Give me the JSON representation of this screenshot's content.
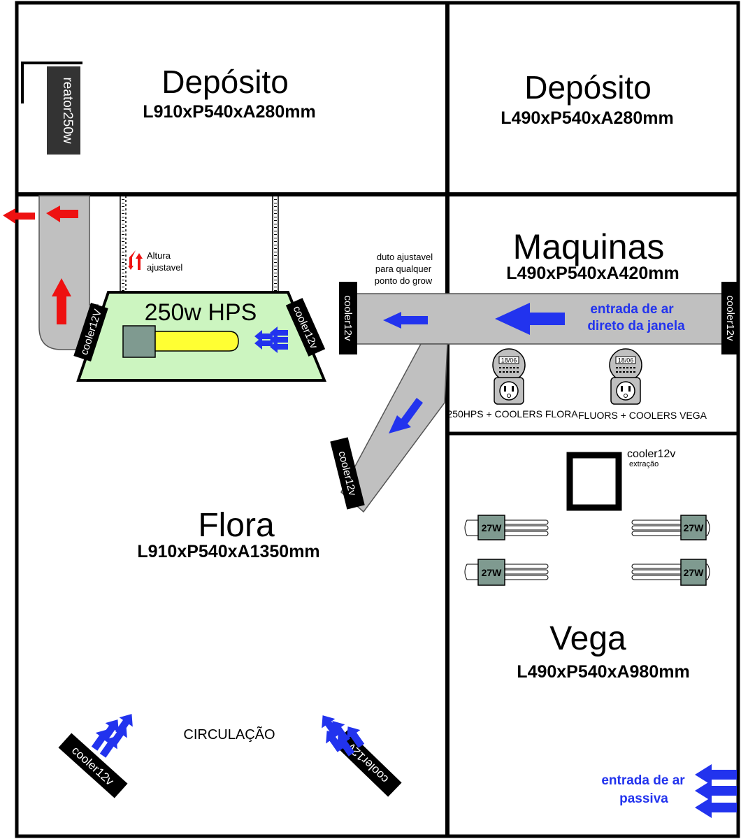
{
  "rooms": {
    "deposito_left": {
      "name": "Depósito",
      "dims": "L910xP540xA280mm"
    },
    "deposito_right": {
      "name": "Depósito",
      "dims": "L490xP540xA280mm"
    },
    "maquinas": {
      "name": "Maquinas",
      "dims": "L490xP540xA420mm"
    },
    "flora": {
      "name": "Flora",
      "dims": "L910xP540xA1350mm"
    },
    "vega": {
      "name": "Vega",
      "dims": "L490xP540xA980mm"
    }
  },
  "labels": {
    "reator": "reator250w",
    "hps": "250w HPS",
    "altura_1": "Altura",
    "altura_2": "ajustavel",
    "duto_1": "duto ajustavel",
    "duto_2": "para qualquer",
    "duto_3": "ponto do grow",
    "cooler": "cooler12v",
    "cooler_cap": "cooler12V",
    "entrada_janela_1": "entrada de ar",
    "entrada_janela_2": "direto da janela",
    "timer_label": "18/06",
    "outlet_flora": "250HPS + COOLERS FLORA",
    "outlet_vega": "FLUORS + COOLERS VEGA",
    "extracao": "extração",
    "lamp": "27W",
    "circulacao": "CIRCULAÇÃO",
    "entrada_passiva_1": "entrada de ar",
    "entrada_passiva_2": "passiva"
  },
  "colors": {
    "duct": "#c0c0c0",
    "hps_panel": "#ccf5c0",
    "bulb": "#ffff33",
    "ballast": "#7f9a90",
    "blue_arrow": "#2233ee",
    "red_arrow": "#ee1111"
  }
}
